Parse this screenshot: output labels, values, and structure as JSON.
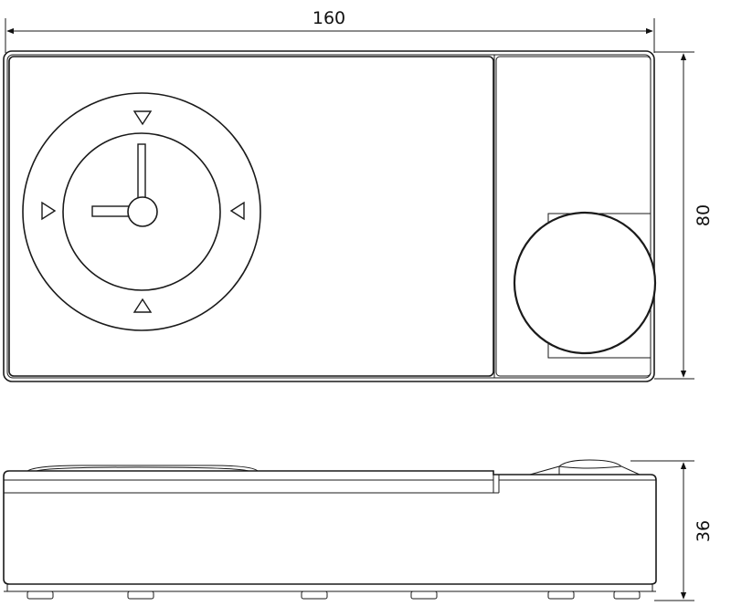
{
  "dimensions": {
    "width": "160",
    "height": "80",
    "depth": "36"
  }
}
